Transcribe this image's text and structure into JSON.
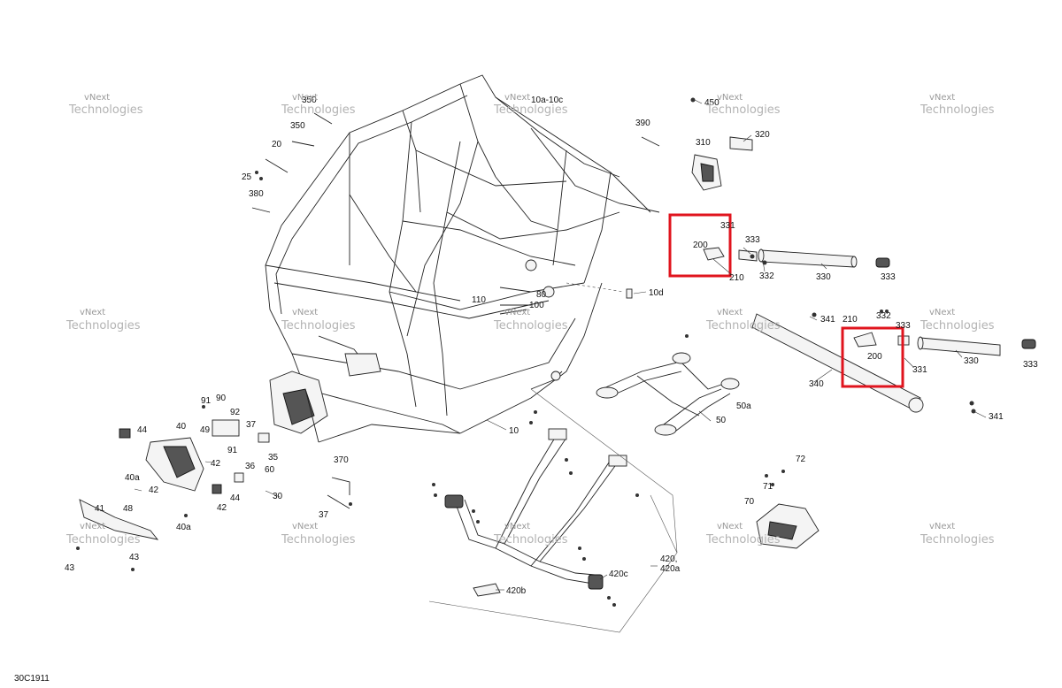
{
  "diagram_code": "30C1911",
  "watermark": {
    "line1": "vNext",
    "line2": "Technologies",
    "inline": "vNext Technologies"
  },
  "callouts": {
    "c10": "10",
    "c10a_10c": "10a-10c",
    "c10d": "10d",
    "c20": "20",
    "c25": "25",
    "c30": "30",
    "c35": "35",
    "c36": "36",
    "c37a": "37",
    "c37b": "37",
    "c40": "40",
    "c40a_1": "40a",
    "c40a_2": "40a",
    "c41": "41",
    "c42a": "42",
    "c42b": "42",
    "c42c": "42",
    "c43a": "43",
    "c43b": "43",
    "c44a": "44",
    "c44b": "44",
    "c48": "48",
    "c49": "49",
    "c50": "50",
    "c50a": "50a",
    "c60": "60",
    "c70": "70",
    "c71": "71",
    "c72": "72",
    "c80": "80",
    "c90": "90",
    "c91a": "91",
    "c91b": "91",
    "c92": "92",
    "c100": "100",
    "c110": "110",
    "c200a": "200",
    "c200b": "200",
    "c210a": "210",
    "c210b": "210",
    "c310": "310",
    "c320": "320",
    "c330a": "330",
    "c330b": "330",
    "c331a": "331",
    "c331b": "331",
    "c332a": "332",
    "c332b": "332",
    "c333a": "333",
    "c333b": "333",
    "c333c": "333",
    "c333d": "333",
    "c340": "340",
    "c341a": "341",
    "c341b": "341",
    "c350a": "350",
    "c350b": "350",
    "c370": "370",
    "c380": "380",
    "c390": "390",
    "c420": "420,",
    "c420a": "420a",
    "c420b": "420b",
    "c420c": "420c",
    "c450": "450"
  },
  "colors": {
    "highlight": "#e0141e",
    "ink": "#222222",
    "watermark": "#9a9a9a"
  },
  "highlights": [
    "200 upper assembly",
    "200 lower assembly"
  ]
}
